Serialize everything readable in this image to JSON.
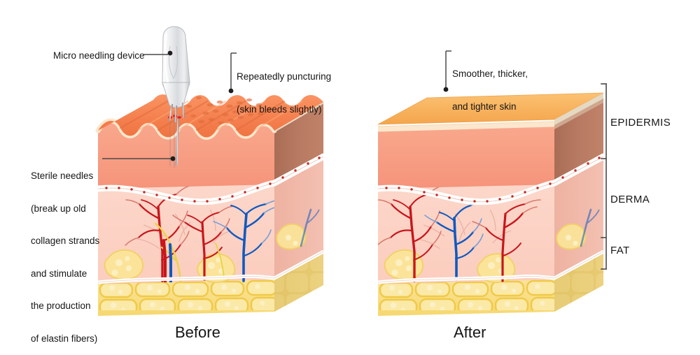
{
  "diagram": {
    "title": "Micro needling skin cross-section, before and after",
    "type": "medical-illustration"
  },
  "annotations": {
    "device": "Micro needling device",
    "puncturing_line1": "Repeatedly puncturing",
    "puncturing_line2": "(skin bleeds slightly)",
    "needles_line1": "Sterile needles",
    "needles_line2": "(break up old",
    "needles_line3": "collagen strands",
    "needles_line4": "and stimulate",
    "needles_line5": "the production",
    "needles_line6": "of elastin fibers)",
    "smoother_line1": "Smoother, thicker,",
    "smoother_line2": "and tighter skin"
  },
  "captions": {
    "before": "Before",
    "after": "After"
  },
  "layers": {
    "epidermis": "EPIDERMIS",
    "derma": "DERMA",
    "fat": "FAT"
  },
  "colors": {
    "skin_surface_before": "#f5804f",
    "skin_surface_after": "#f7b05b",
    "epidermis_front": "#f79b7e",
    "epidermis_side": "#b5775f",
    "derma_front": "#fbd2c4",
    "derma_side": "#eeb4a4",
    "fat_front": "#f9e08a",
    "fat_side": "#e2c466",
    "fat_cell": "#fbe9a8",
    "membrane": "#ffffff",
    "membrane_dot": "#c8281e",
    "artery": "#c8161d",
    "vein": "#1159c0",
    "nerve": "#e8d44a",
    "blood": "#e8201c",
    "needle": "#b9bcc2",
    "device_body": "#e3e5e8",
    "leader": "#4a4a4a",
    "background": "#ffffff"
  }
}
